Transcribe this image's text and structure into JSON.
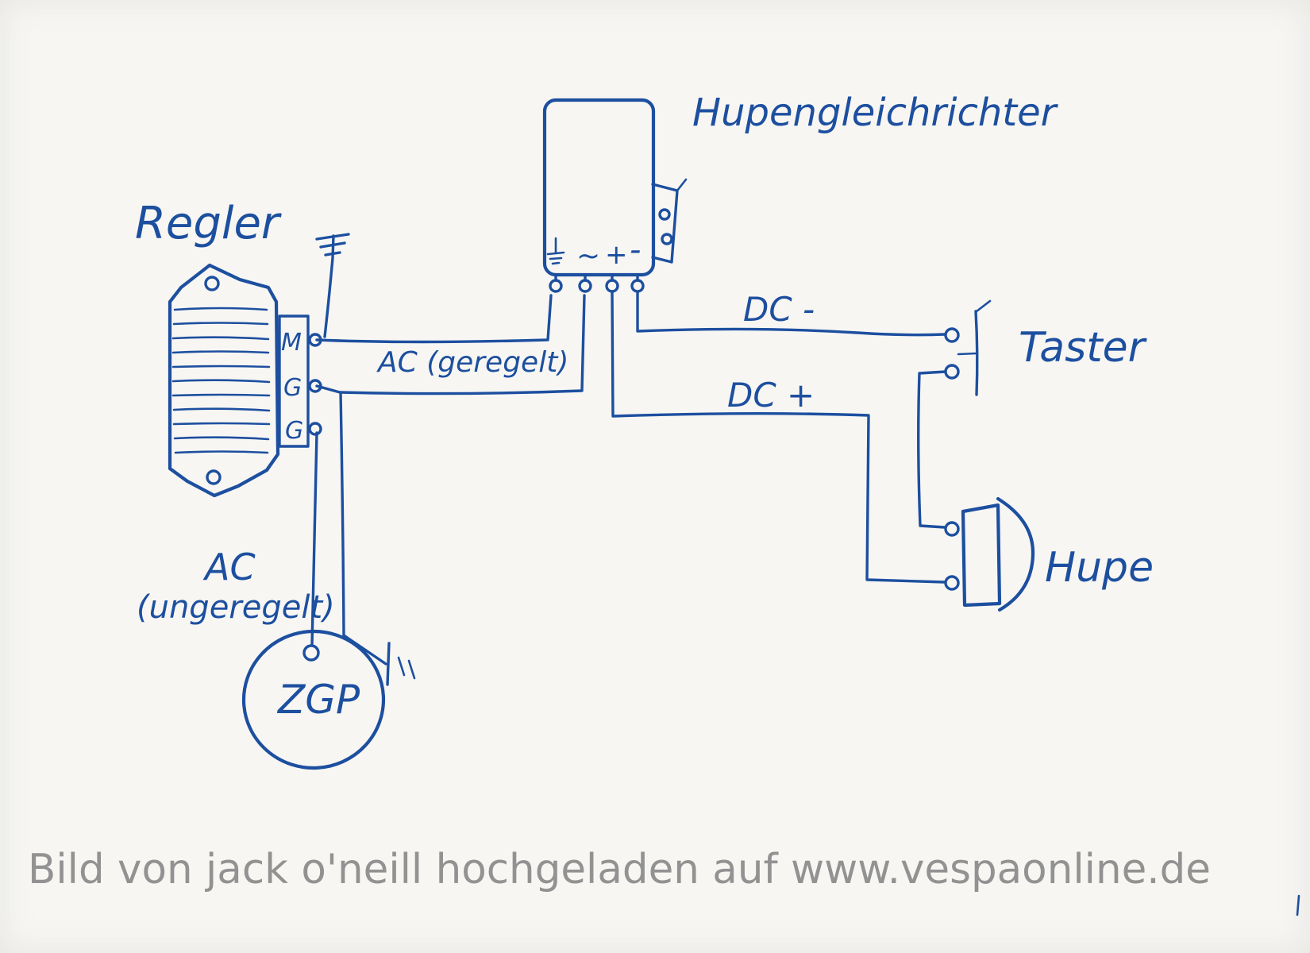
{
  "diagram": {
    "labels": {
      "regler": "Regler",
      "rectifier": "Hupengleichrichter",
      "terminal_m": "M",
      "terminal_g1": "G",
      "terminal_g2": "G",
      "sym_ac": "~",
      "sym_plus": "+",
      "sym_minus": "-",
      "ac_regulated": "AC (geregelt)",
      "ac_unregulated_1": "AC",
      "ac_unregulated_2": "(ungeregelt)",
      "dc_minus": "DC -",
      "dc_plus": "DC +",
      "taster": "Taster",
      "hupe": "Hupe",
      "zgp": "ZGP"
    },
    "colors": {
      "ink": "#1d4f9f",
      "paper": "#f7f6f3",
      "watermark": "#8a8a8a"
    }
  },
  "watermark": {
    "text": "Bild von jack o'neill hochgeladen auf www.vespaonline.de"
  }
}
